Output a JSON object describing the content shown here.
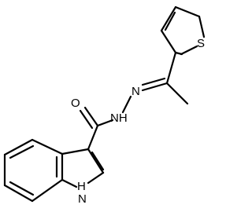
{
  "molecule": {
    "atoms": {
      "carbonyl_oxygen": "O",
      "hydrazide_nh": "NH",
      "imine_n": "N",
      "thiophene_s": "S",
      "indole_nh": "H",
      "indole_n": "N"
    }
  }
}
